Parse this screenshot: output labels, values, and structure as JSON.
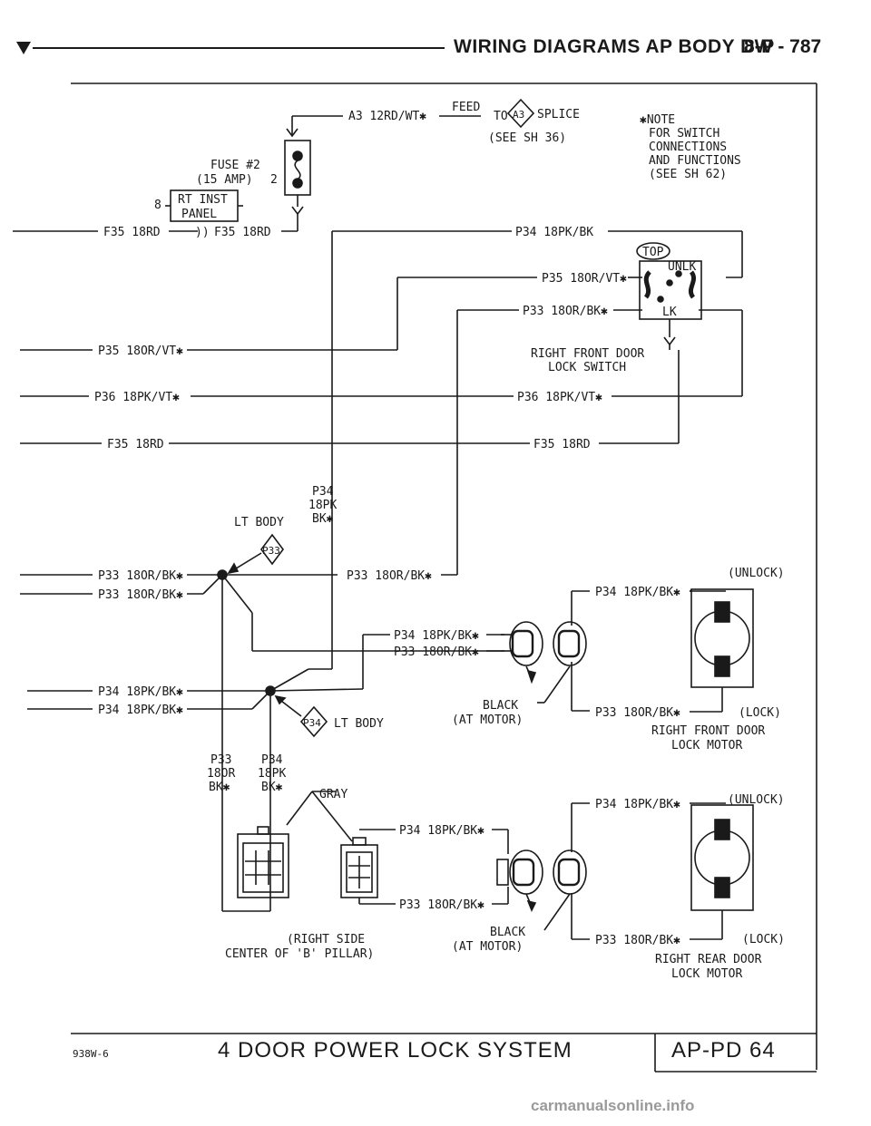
{
  "header": {
    "title": "WIRING DIAGRAMS AP BODY D-P",
    "page": "8W - 787"
  },
  "fuse": {
    "label": "FUSE #2",
    "rating": "(15 AMP)",
    "pin": "2",
    "panel_line1": "RT INST",
    "panel_line2": "PANEL",
    "panel_pin": "8"
  },
  "feed": {
    "wire": "A3 12RD/WT✱",
    "feed": "FEED",
    "to": "TO",
    "splice_id": "A3",
    "splice": "SPLICE",
    "see": "(SEE SH 36)"
  },
  "note": {
    "lines": [
      "✱NOTE",
      "FOR SWITCH",
      "CONNECTIONS",
      "AND FUNCTIONS",
      "(SEE SH 62)"
    ]
  },
  "wires": {
    "f35_left": "F35 18RD",
    "f35_right": "F35 18RD",
    "p34_top": "P34 18PK/BK",
    "p35_switch": "P35 18OR/VT✱",
    "p33_switch": "P33 18OR/BK✱",
    "p35_left": "P35 18OR/VT✱",
    "p36_left": "P36 18PK/VT✱",
    "p36_right": "P36 18PK/VT✱",
    "f35_left2": "F35 18RD",
    "f35_right2": "F35 18RD",
    "p34_vert": [
      "P34",
      "18PK",
      "BK✱"
    ],
    "p33_a": "P33 18OR/BK✱",
    "p33_b": "P33 18OR/BK✱",
    "p33_mid": "P33 18OR/BK✱",
    "p34_conn": "P34 18PK/BK✱",
    "p33_conn": "P33 18OR/BK✱",
    "p34_a": "P34 18PK/BK✱",
    "p34_b": "P34 18PK/BK✱",
    "p33_vert": [
      "P33",
      "18OR",
      "BK✱"
    ],
    "p34_vert2": [
      "P34",
      "18PK",
      "BK✱"
    ],
    "p34_conn2": "P34 18PK/BK✱",
    "p33_conn2": "P33 18OR/BK✱",
    "p34_motor1": "P34 18PK/BK✱",
    "p33_motor1": "P33 18OR/BK✱",
    "p34_motor2": "P34 18PK/BK✱",
    "p33_motor2": "P33 18OR/BK✱"
  },
  "switch": {
    "top": "TOP",
    "unlk": "UNLK",
    "lk": "LK",
    "name_line1": "RIGHT FRONT DOOR",
    "name_line2": "LOCK SWITCH"
  },
  "splices": {
    "lt_body_1": "LT BODY",
    "p33_id": "P33",
    "p34_id": "P34",
    "lt_body_2": "LT BODY"
  },
  "connectors": {
    "black_1": "BLACK",
    "at_motor_1": "(AT MOTOR)",
    "gray": "GRAY",
    "black_2": "BLACK",
    "at_motor_2": "(AT MOTOR)",
    "pillar_line1": "(RIGHT SIDE",
    "pillar_line2": "CENTER OF 'B' PILLAR)"
  },
  "motors": {
    "front_unlock": "(UNLOCK)",
    "front_lock": "(LOCK)",
    "front_name_line1": "RIGHT FRONT DOOR",
    "front_name_line2": "LOCK MOTOR",
    "rear_unlock": "(UNLOCK)",
    "rear_lock": "(LOCK)",
    "rear_name_line1": "RIGHT REAR DOOR",
    "rear_name_line2": "LOCK MOTOR"
  },
  "footer": {
    "code": "938W-6",
    "title": "4 DOOR POWER LOCK SYSTEM",
    "page_code": "AP-PD 64"
  },
  "watermark": "carmanualsonline.info"
}
